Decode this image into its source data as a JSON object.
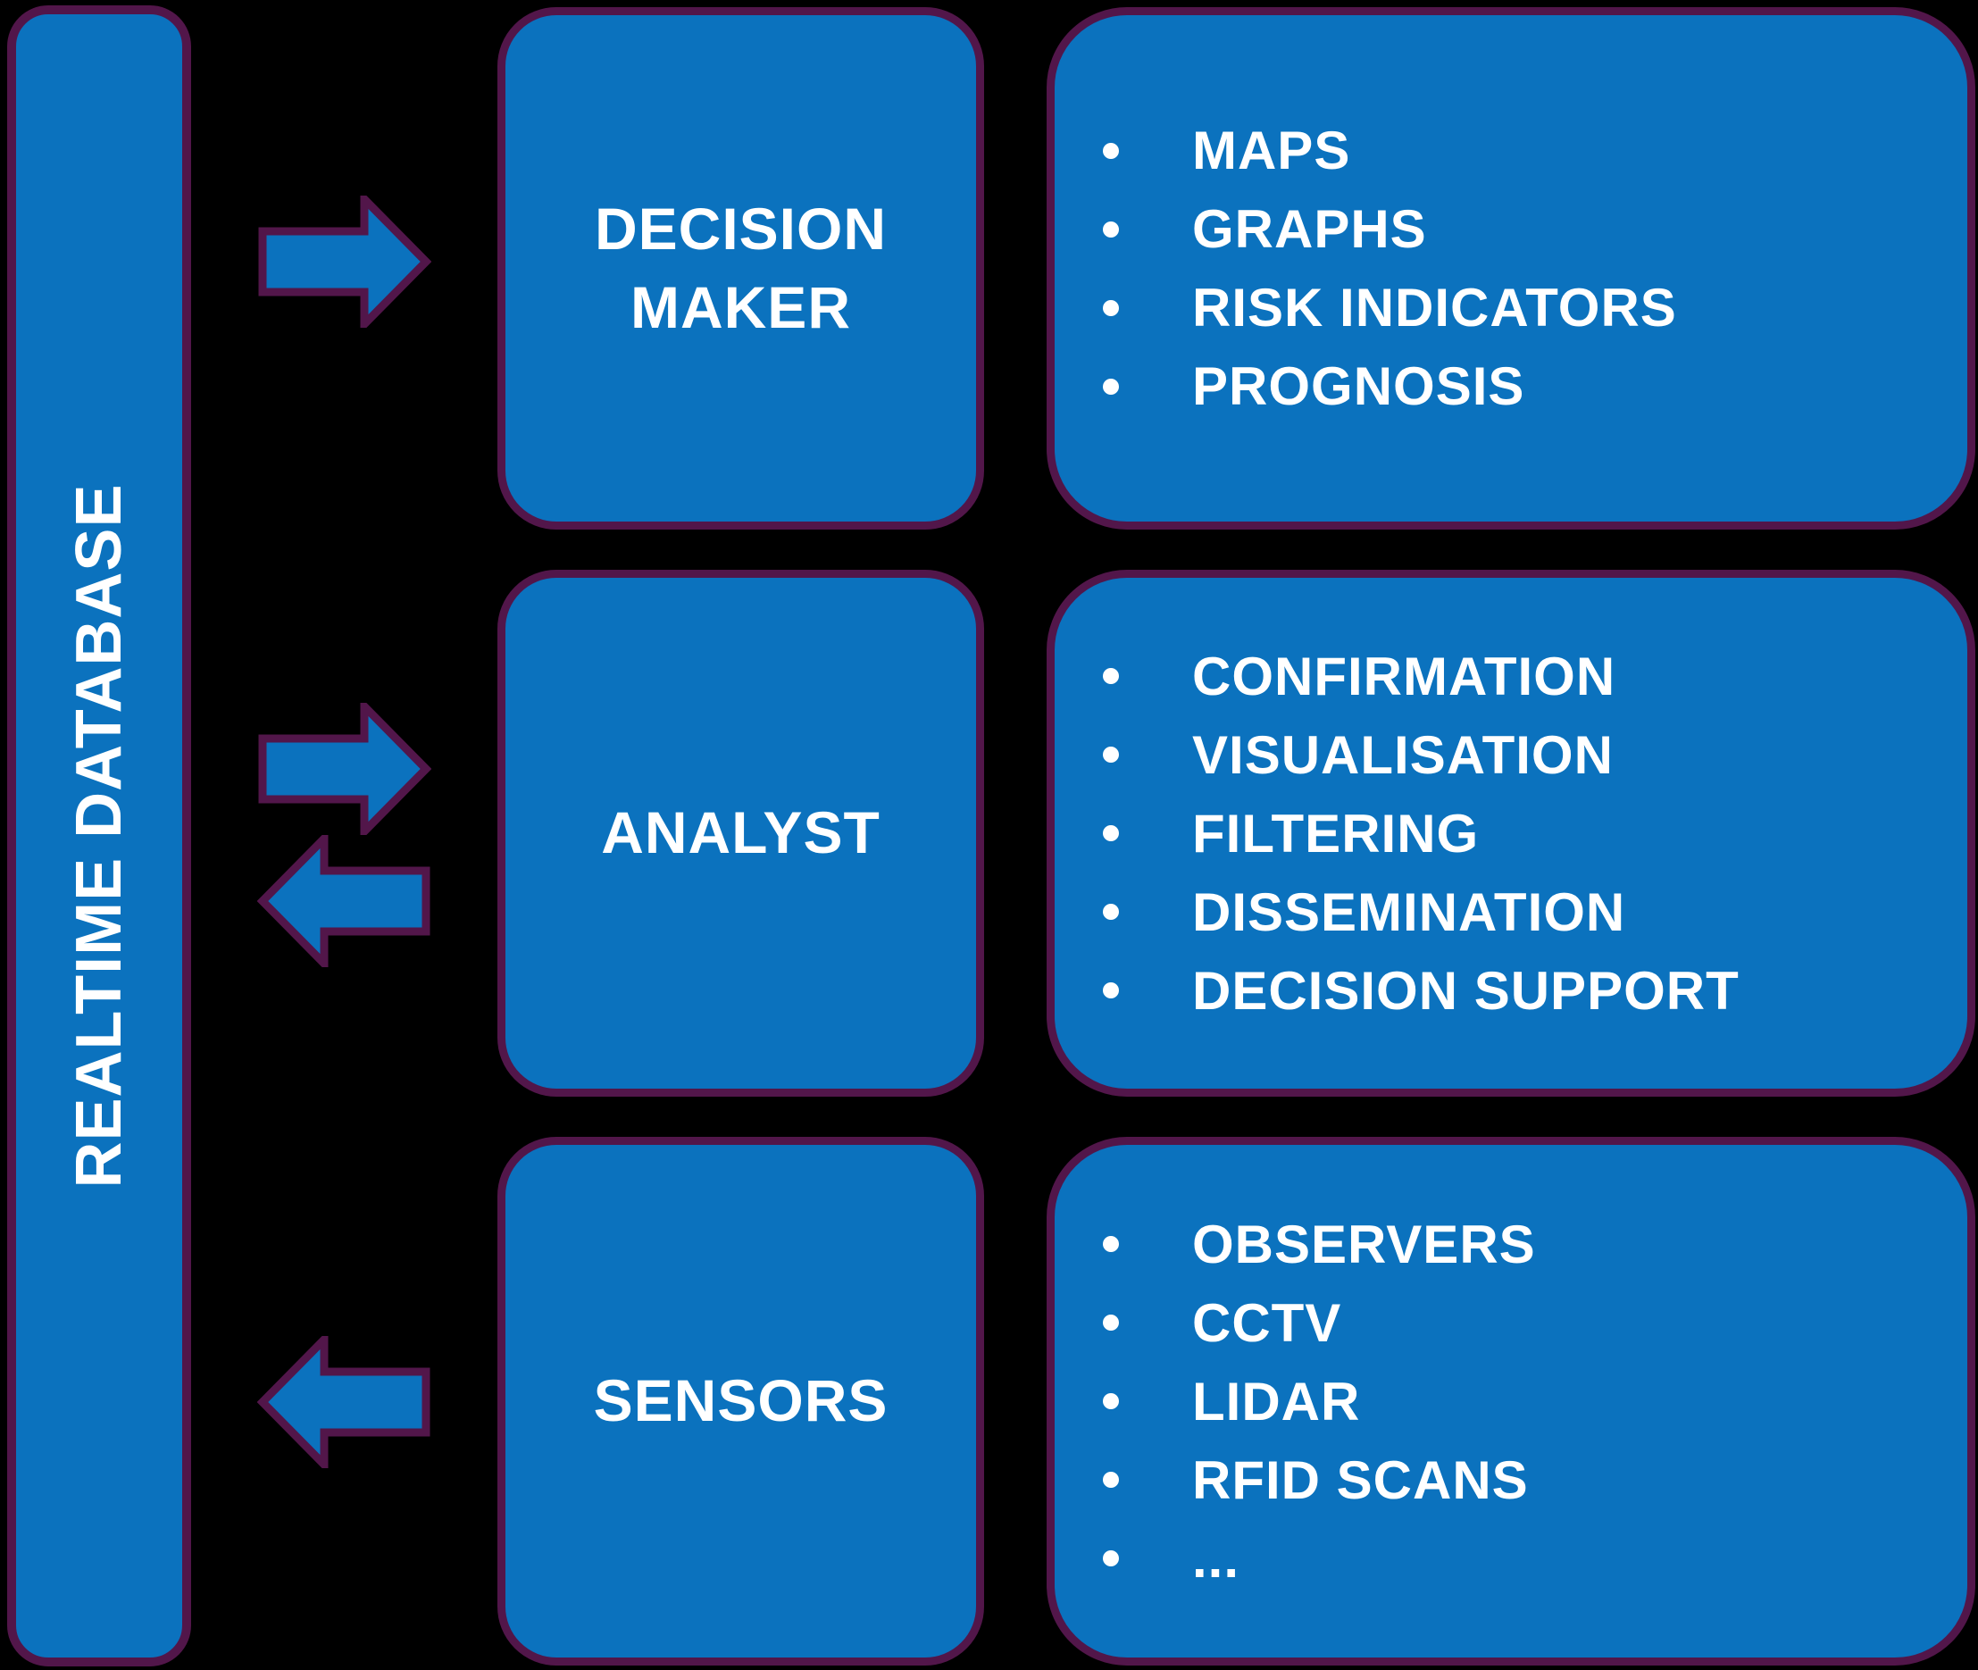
{
  "colors": {
    "background": "#000000",
    "box_fill": "#0b72be",
    "box_border": "#52164a",
    "text": "#ffffff"
  },
  "database": {
    "label": "REALTIME DATABASE"
  },
  "rows": [
    {
      "actor": {
        "label": "DECISION MAKER"
      },
      "arrows": [
        {
          "direction": "right"
        }
      ],
      "items": [
        "MAPS",
        "GRAPHS",
        "RISK INDICATORS",
        "PROGNOSIS"
      ]
    },
    {
      "actor": {
        "label": "ANALYST"
      },
      "arrows": [
        {
          "direction": "right"
        },
        {
          "direction": "left"
        }
      ],
      "items": [
        "CONFIRMATION",
        "VISUALISATION",
        "FILTERING",
        "DISSEMINATION",
        "DECISION SUPPORT"
      ]
    },
    {
      "actor": {
        "label": "SENSORS"
      },
      "arrows": [
        {
          "direction": "left"
        }
      ],
      "items": [
        "OBSERVERS",
        "CCTV",
        "LIDAR",
        "RFID SCANS",
        "..."
      ]
    }
  ]
}
